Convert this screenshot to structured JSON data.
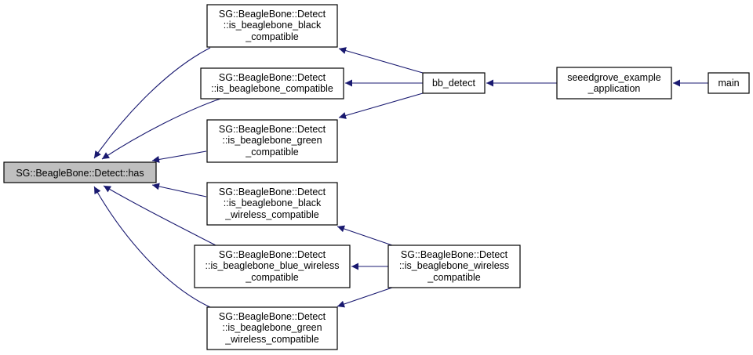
{
  "graph": {
    "colors": {
      "edge": "#191970",
      "focus_fill": "#bfbfbf",
      "node_fill": "#ffffff"
    },
    "nodes": {
      "has": {
        "lines": [
          "SG::BeagleBone::Detect::has"
        ]
      },
      "black": {
        "lines": [
          "SG::BeagleBone::Detect",
          "::is_beaglebone_black",
          "_compatible"
        ]
      },
      "compat": {
        "lines": [
          "SG::BeagleBone::Detect",
          "::is_beaglebone_compatible"
        ]
      },
      "green": {
        "lines": [
          "SG::BeagleBone::Detect",
          "::is_beaglebone_green",
          "_compatible"
        ]
      },
      "black_wireless": {
        "lines": [
          "SG::BeagleBone::Detect",
          "::is_beaglebone_black",
          "_wireless_compatible"
        ]
      },
      "blue_wireless": {
        "lines": [
          "SG::BeagleBone::Detect",
          "::is_beaglebone_blue_wireless",
          "_compatible"
        ]
      },
      "green_wireless": {
        "lines": [
          "SG::BeagleBone::Detect",
          "::is_beaglebone_green",
          "_wireless_compatible"
        ]
      },
      "bb_detect": {
        "lines": [
          "bb_detect"
        ]
      },
      "wireless": {
        "lines": [
          "SG::BeagleBone::Detect",
          "::is_beaglebone_wireless",
          "_compatible"
        ]
      },
      "seeed": {
        "lines": [
          "seeedgrove_example",
          "_application"
        ]
      },
      "main": {
        "lines": [
          "main"
        ]
      }
    }
  }
}
